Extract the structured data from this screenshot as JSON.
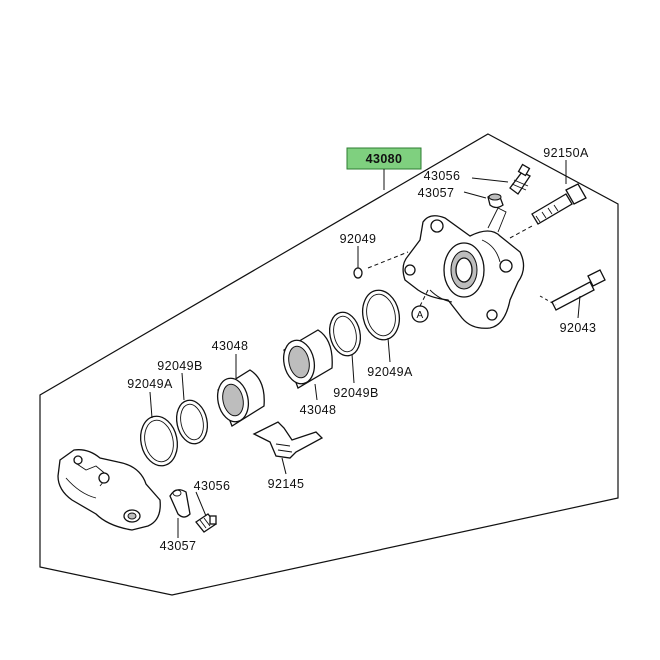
{
  "assembly": {
    "number": "43080",
    "highlight_color": "#7fd07f"
  },
  "labels": {
    "p92150A": "92150A",
    "p43056_top": "43056",
    "p43057_top": "43057",
    "p92049_top": "92049",
    "pA_callout": "A",
    "p92043": "92043",
    "p92049A_right": "92049A",
    "p92049B_right": "92049B",
    "p43048_upper": "43048",
    "p43048_lower": "43048",
    "p92049B_left": "92049B",
    "p92049A_left": "92049A",
    "p43056_bottom": "43056",
    "p92145": "92145",
    "p43057_bottom": "43057"
  }
}
